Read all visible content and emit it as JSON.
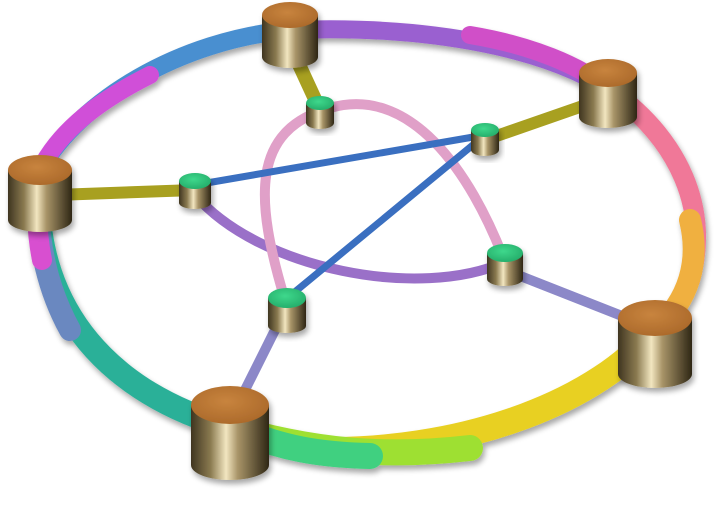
{
  "diagram": {
    "kind": "network-topology",
    "outer_ring": {
      "node_count": 6,
      "node_top_color": "#b87333",
      "node_body_color": "#8a7a50",
      "ring_gradient_colors": [
        "#e040d8",
        "#4a8fd0",
        "#8a58c8",
        "#ef5aa8",
        "#f0a060",
        "#e8b020",
        "#e8e020",
        "#3ad080",
        "#2ab0a0",
        "#5a88c0"
      ]
    },
    "inner_nodes": {
      "node_count": 5,
      "node_top_color": "#2ec47c",
      "node_body_color": "#8a7a50"
    },
    "spoke_color": "#a8a020",
    "spoke_color_lower": "#8c88c8",
    "star_blue_color": "#3a6fc0",
    "star_purple_color": "#9a70c8",
    "star_pink_color": "#e0a0c8"
  }
}
